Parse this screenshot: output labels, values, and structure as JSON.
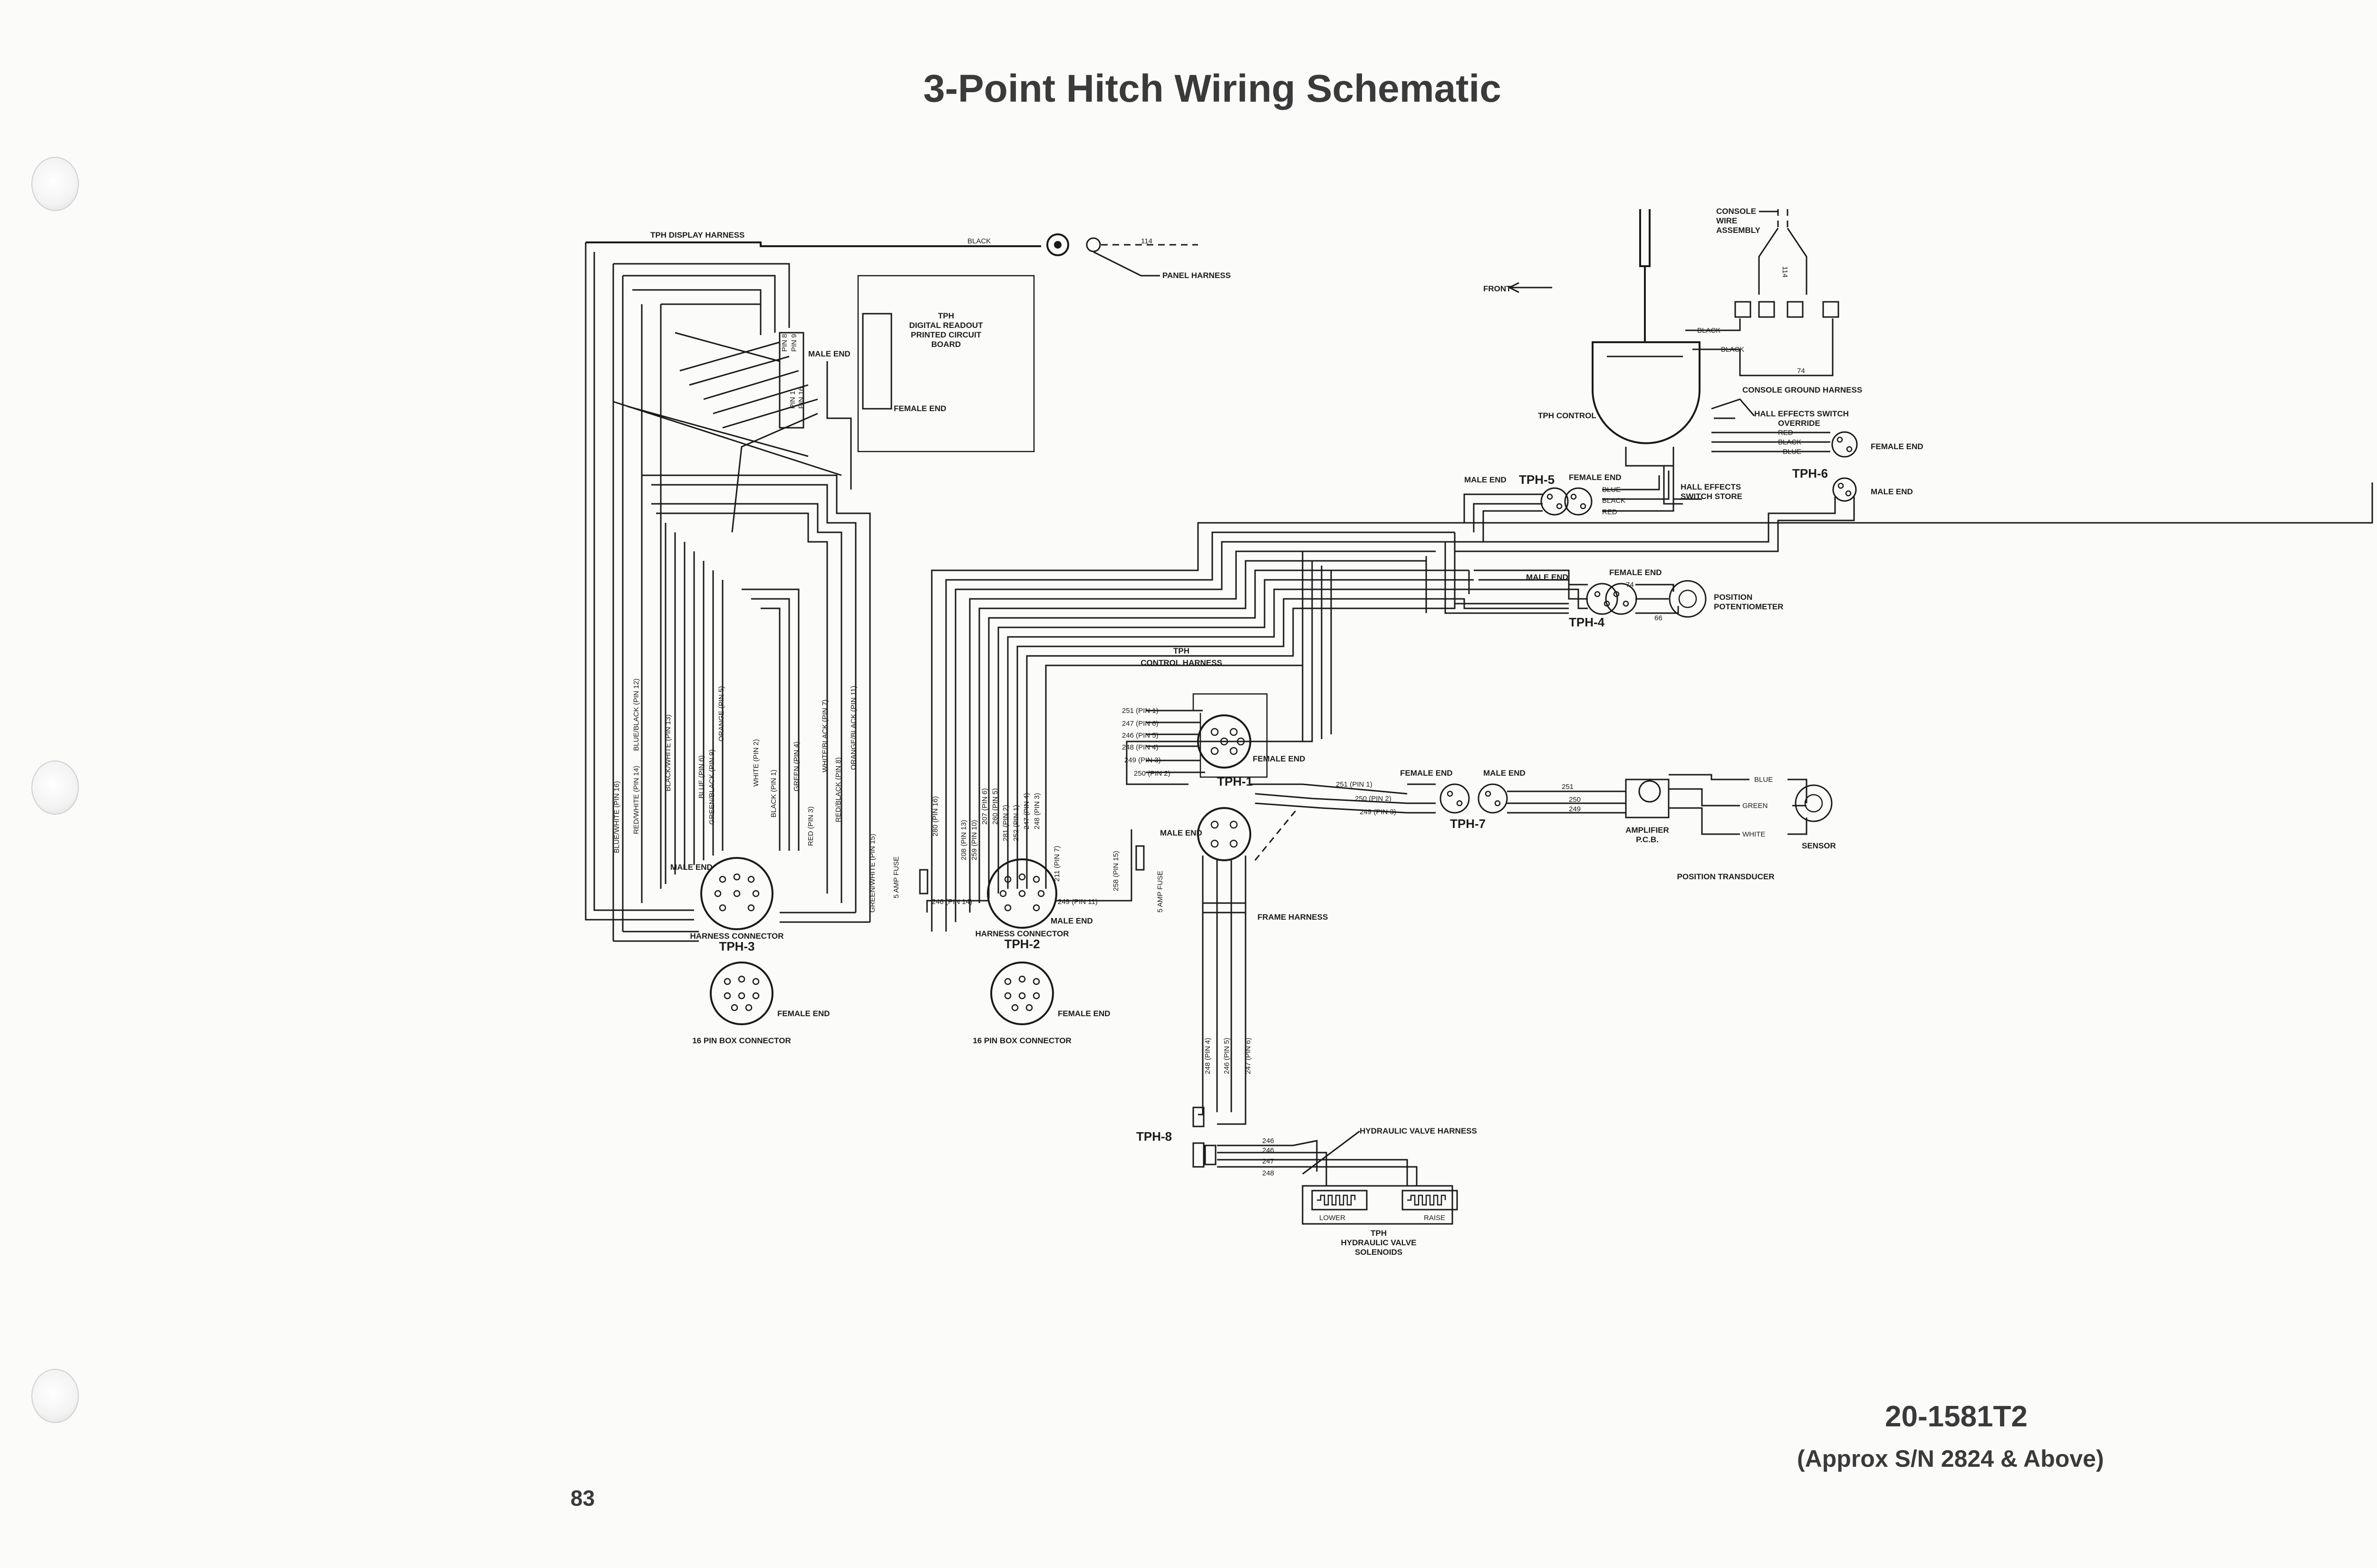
{
  "title": "3-Point Hitch Wiring Schematic",
  "page_number": "83",
  "part_number": "20-1581T2",
  "serial_note": "(Approx S/N 2824 & Above)",
  "labels": {
    "tph_display_harness": "TPH DISPLAY HARNESS",
    "black": "BLACK",
    "wire_114": "114",
    "panel_harness": "PANEL HARNESS",
    "pcb_title": [
      "TPH",
      "DIGITAL READOUT",
      "PRINTED CIRCUIT",
      "BOARD"
    ],
    "male_end": "MALE END",
    "female_end": "FEMALE END",
    "pin_8": "PIN 8",
    "pin_9": "PIN 9",
    "pin_1": "PIN 1",
    "pin_16": "PIN 16",
    "front": "FRONT",
    "console_wire_assembly": [
      "CONSOLE",
      "WIRE",
      "ASSEMBLY"
    ],
    "console_ground_harness": "CONSOLE GROUND HARNESS",
    "wire_74": "74",
    "tph_control": "TPH CONTROL",
    "hall_override": [
      "HALL EFFECTS SWITCH",
      "OVERRIDE"
    ],
    "hall_store": [
      "HALL EFFECTS",
      "SWITCH STORE"
    ],
    "red": "RED",
    "blue": "BLUE",
    "green": "GREEN",
    "white": "WHITE",
    "tph5": "TPH-5",
    "tph6": "TPH-6",
    "tph4": "TPH-4",
    "tph1": "TPH-1",
    "tph7": "TPH-7",
    "tph2": "TPH-2",
    "tph3": "TPH-3",
    "tph8": "TPH-8",
    "position_potentiometer": [
      "POSITION",
      "POTENTIOMETER"
    ],
    "wire_66": "66",
    "tph_control_harness": [
      "TPH",
      "CONTROL HARNESS"
    ],
    "amplifier_pcb": [
      "AMPLIFIER",
      "P.C.B."
    ],
    "sensor": "SENSOR",
    "position_transducer": "POSITION TRANSDUCER",
    "frame_harness": "FRAME HARNESS",
    "harness_connector": "HARNESS CONNECTOR",
    "box_connector": "16 PIN BOX CONNECTOR",
    "five_amp_fuse": "5 AMP FUSE",
    "hydraulic_valve_harness": "HYDRAULIC VALVE HARNESS",
    "lower": "LOWER",
    "raise": "RAISE",
    "valve_solenoids": [
      "TPH",
      "HYDRAULIC VALVE",
      "SOLENOIDS"
    ]
  },
  "tph3_wires": [
    "BLUE/WHITE (PIN 16)",
    "RED/WHITE (PIN 14)",
    "BLUE/BLACK (PIN 12)",
    "BLACK/WHITE (PIN 13)",
    "BLUE (PIN 6)",
    "GREEN/BLACK (PIN 9)",
    "ORANGE (PIN 5)",
    "WHITE (PIN 2)",
    "BLACK (PIN 1)",
    "GREEN (PIN 4)",
    "RED (PIN 3)",
    "WHITE/BLACK (PIN 7)",
    "RED/BLACK (PIN 8)",
    "ORANGE/BLACK (PIN 11)",
    "GREEN/WHITE (PIN 15)"
  ],
  "tph2_wires": [
    "280 (PIN 16)",
    "208 (PIN 13)",
    "259 (PIN 10)",
    "207 (PIN 6)",
    "260 (PIN 5)",
    "281 (PIN 2)",
    "252 (PIN 1)",
    "247 (PIN 4)",
    "248 (PIN 3)",
    "211 (PIN 7)",
    "258 (PIN 15)"
  ],
  "tph2_side": [
    "246 (PIN 14)",
    "249 (PIN 11)"
  ],
  "tph1_wires": [
    "251 (PIN 1)",
    "247 (PIN 6)",
    "246 (PIN 5)",
    "248 (PIN 4)",
    "249 (PIN 3)",
    "250 (PIN 2)"
  ],
  "tph7_wires": [
    "251 (PIN 1)",
    "250 (PIN 2)",
    "249 (PIN 3)"
  ],
  "tph7_out": [
    "251",
    "250",
    "249"
  ],
  "frame_wires": [
    "248 (PIN 4)",
    "246 (PIN 5)",
    "247 (PIN 6)"
  ],
  "valve_wires": [
    "246",
    "246",
    "247",
    "248"
  ]
}
